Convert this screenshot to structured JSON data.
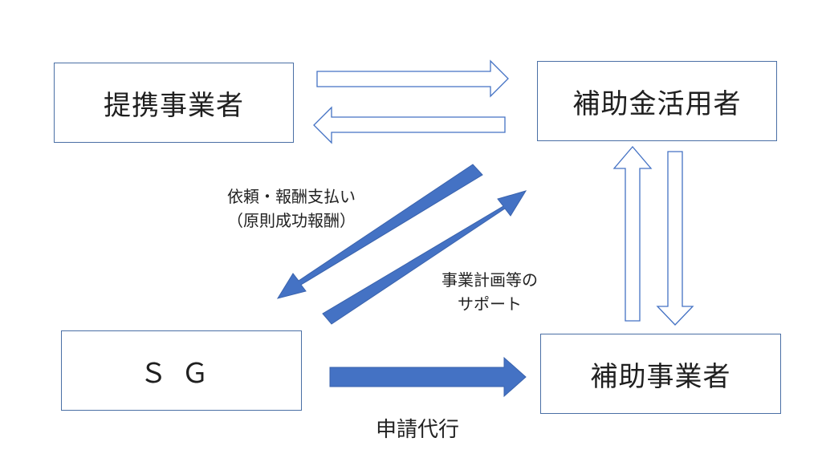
{
  "boxes": {
    "partner": "提携事業者",
    "user": "補助金活用者",
    "sg": "ＳＧ",
    "subsidy_business": "補助事業者"
  },
  "labels": {
    "request_line1": "依頼・報酬支払い",
    "request_line2": "（原則成功報酬）",
    "support_line1": "事業計画等の",
    "support_line2": "サポート",
    "proxy": "申請代行"
  },
  "colors": {
    "box_border": "#4a6fa5",
    "solid_arrow": "#4472c4",
    "hollow_arrow_stroke": "#4472c4"
  }
}
